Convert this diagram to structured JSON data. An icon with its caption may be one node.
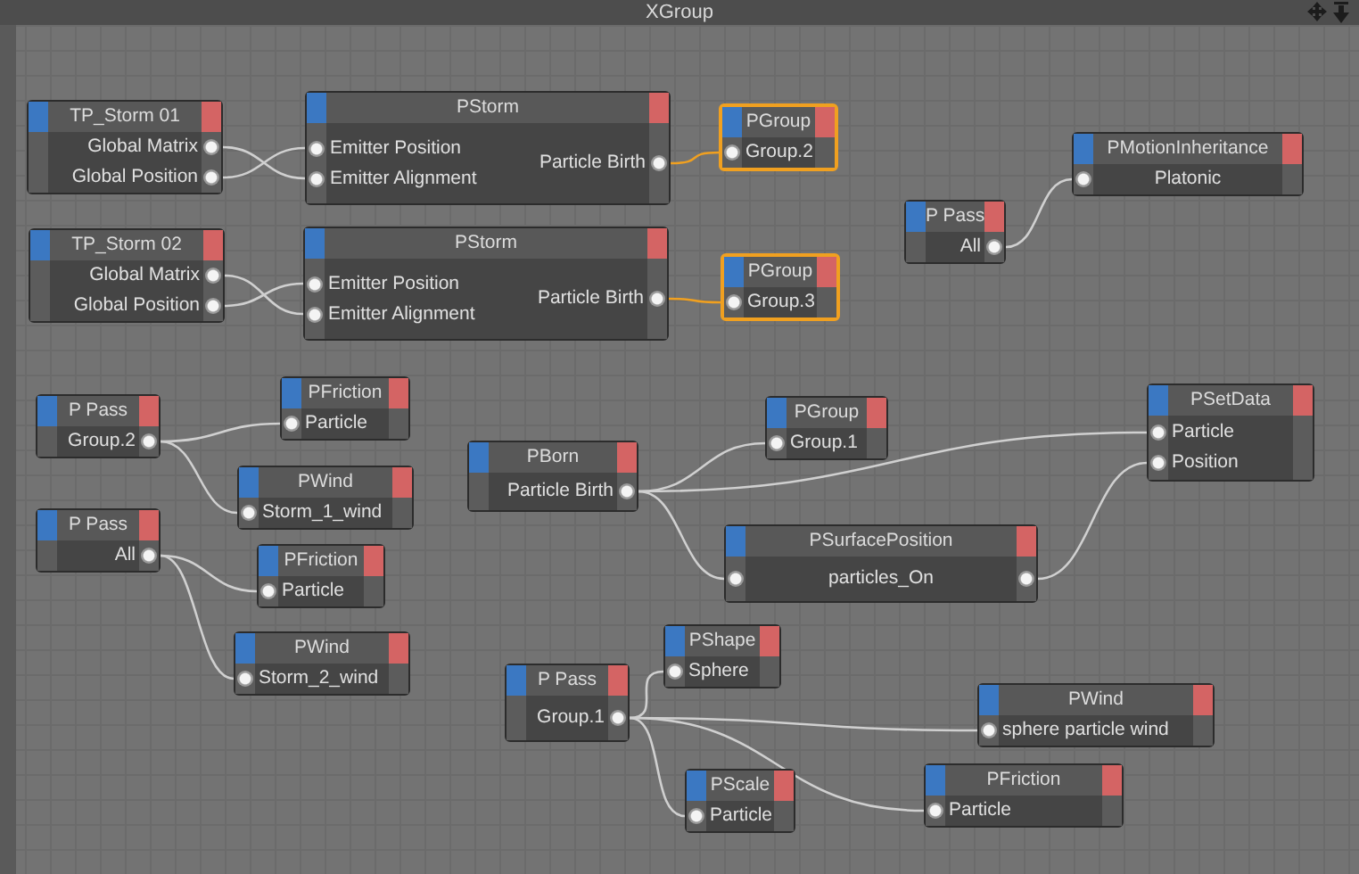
{
  "diagram": {
    "title": "XGroup",
    "nodes": [
      {
        "text": [
          "TP_Storm 01",
          "Global Matrix",
          "Global Position"
        ]
      },
      {
        "text": [
          "PStorm",
          "Emitter Position",
          "Emitter Alignment",
          "Particle Birth"
        ]
      },
      {
        "text": [
          "PGroup",
          "Group.2"
        ]
      },
      {
        "text": [
          "P Pass",
          "All"
        ]
      },
      {
        "text": [
          "PMotionInheritance",
          "Platonic"
        ]
      },
      {
        "text": [
          "TP_Storm 02",
          "Global Matrix",
          "Global Position"
        ]
      },
      {
        "text": [
          "PStorm",
          "Emitter Position",
          "Emitter Alignment",
          "Particle Birth"
        ]
      },
      {
        "text": [
          "PGroup",
          "Group.3"
        ]
      },
      {
        "text": [
          "P Pass",
          "Group.2"
        ]
      },
      {
        "text": [
          "PFriction",
          "Particle"
        ]
      },
      {
        "text": [
          "PWind",
          "Storm_1_wind"
        ]
      },
      {
        "text": [
          "PBorn",
          "Particle Birth"
        ]
      },
      {
        "text": [
          "PGroup",
          "Group.1"
        ]
      },
      {
        "text": [
          "PSetData",
          "Particle",
          "Position"
        ]
      },
      {
        "text": [
          "P Pass",
          "All"
        ]
      },
      {
        "text": [
          "PFriction",
          "Particle"
        ]
      },
      {
        "text": [
          "PSurfacePosition",
          "particles_On"
        ]
      },
      {
        "text": [
          "PWind",
          "Storm_2_wind"
        ]
      },
      {
        "text": [
          "PShape",
          "Sphere"
        ]
      },
      {
        "text": [
          "P Pass",
          "Group.1"
        ]
      },
      {
        "text": [
          "PWind",
          "sphere particle wind"
        ]
      },
      {
        "text": [
          "PScale",
          "Particle"
        ]
      },
      {
        "text": [
          "PFriction",
          "Particle"
        ]
      }
    ],
    "edges": [
      {
        "from": 0,
        "to": 1,
        "arrow": "none"
      },
      {
        "from": 0,
        "to": 1,
        "arrow": "none"
      },
      {
        "from": 1,
        "to": 2,
        "arrow": "none",
        "color": "#f0a020"
      },
      {
        "from": 3,
        "to": 4,
        "arrow": "none"
      },
      {
        "from": 5,
        "to": 6,
        "arrow": "none"
      },
      {
        "from": 5,
        "to": 6,
        "arrow": "none"
      },
      {
        "from": 6,
        "to": 7,
        "arrow": "none",
        "color": "#f0a020"
      },
      {
        "from": 8,
        "to": 9,
        "arrow": "none"
      },
      {
        "from": 8,
        "to": 10,
        "arrow": "none"
      },
      {
        "from": 11,
        "to": 12,
        "arrow": "none"
      },
      {
        "from": 11,
        "to": 13,
        "arrow": "none"
      },
      {
        "from": 14,
        "to": 15,
        "arrow": "none"
      },
      {
        "from": 11,
        "to": 16,
        "arrow": "none"
      },
      {
        "from": 16,
        "to": 13,
        "arrow": "none"
      },
      {
        "from": 14,
        "to": 17,
        "arrow": "none"
      },
      {
        "from": 19,
        "to": 18,
        "arrow": "none"
      },
      {
        "from": 19,
        "to": 20,
        "arrow": "none"
      },
      {
        "from": 19,
        "to": 21,
        "arrow": "none"
      },
      {
        "from": 19,
        "to": 22,
        "arrow": "none"
      }
    ]
  }
}
